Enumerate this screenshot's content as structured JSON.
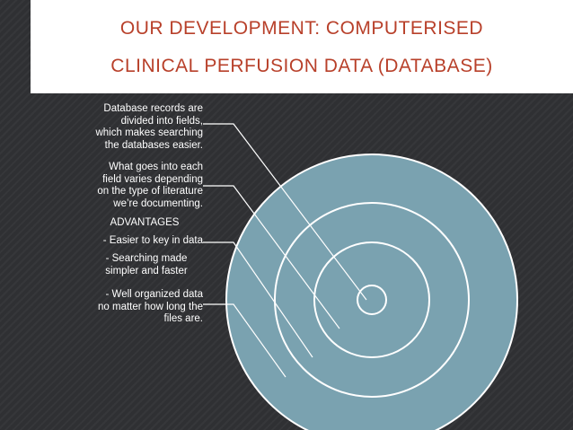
{
  "slide": {
    "title_line1": "OUR DEVELOPMENT: COMPUTERISED",
    "title_line2": "CLINICAL PERFUSION DATA (DATABASE)"
  },
  "notes": {
    "fields_text_1": "Database records are",
    "fields_text_2": "divided into fields,",
    "fields_text_3": "which makes searching",
    "fields_text_4": "the databases easier.",
    "varies_text_1": "What goes into each",
    "varies_text_2": "field varies depending",
    "varies_text_3": "on the type of literature",
    "varies_text_4": "we’re documenting."
  },
  "advantages": {
    "heading": "ADVANTAGES",
    "item1": "- Easier to key in data",
    "item2_1": "- Searching  made",
    "item2_2": "simpler and faster",
    "item3_1": "- Well organized data",
    "item3_2": "no matter how long the",
    "item3_3": "files are."
  },
  "colors": {
    "circle_fill": "#7aa2b0",
    "title_color": "#b8402a",
    "background": "#2f3033"
  }
}
